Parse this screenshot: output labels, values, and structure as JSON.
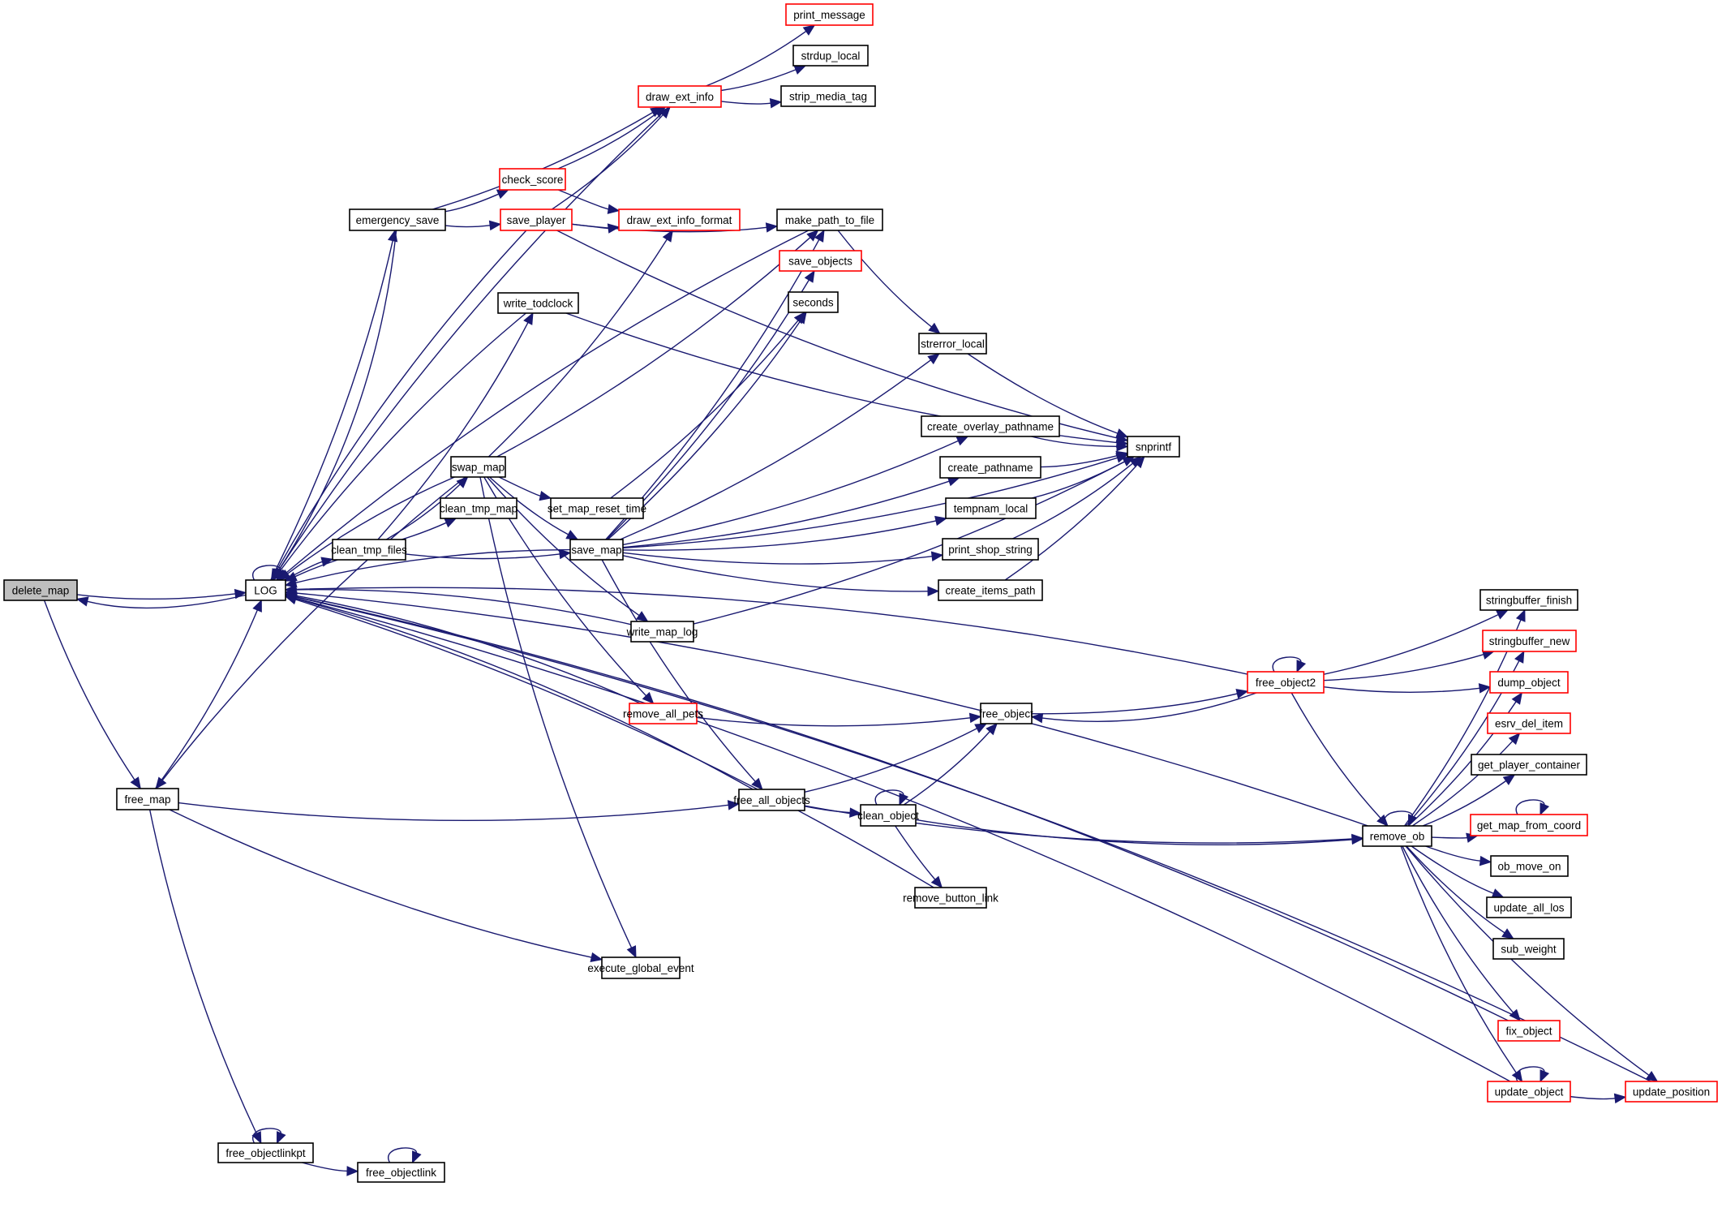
{
  "diagram": {
    "type": "call-graph",
    "colors": {
      "edge": "#191970",
      "node_border": "#000000",
      "node_border_link": "#ff0000",
      "root_fill": "#bfbfbf",
      "node_fill": "#ffffff"
    },
    "root": "delete_map",
    "nodes": [
      {
        "id": "delete_map",
        "label": "delete_map",
        "style": "root"
      },
      {
        "id": "LOG",
        "label": "LOG",
        "style": "plain"
      },
      {
        "id": "free_map",
        "label": "free_map",
        "style": "plain"
      },
      {
        "id": "emergency_save",
        "label": "emergency_save",
        "style": "plain"
      },
      {
        "id": "check_score",
        "label": "check_score",
        "style": "link"
      },
      {
        "id": "save_player",
        "label": "save_player",
        "style": "link"
      },
      {
        "id": "draw_ext_info",
        "label": "draw_ext_info",
        "style": "link"
      },
      {
        "id": "print_message",
        "label": "print_message",
        "style": "link"
      },
      {
        "id": "strdup_local",
        "label": "strdup_local",
        "style": "plain"
      },
      {
        "id": "strip_media_tag",
        "label": "strip_media_tag",
        "style": "plain"
      },
      {
        "id": "draw_ext_info_format",
        "label": "draw_ext_info_format",
        "style": "link"
      },
      {
        "id": "make_path_to_file",
        "label": "make_path_to_file",
        "style": "plain"
      },
      {
        "id": "save_objects",
        "label": "save_objects",
        "style": "link"
      },
      {
        "id": "seconds",
        "label": "seconds",
        "style": "plain"
      },
      {
        "id": "write_todclock",
        "label": "write_todclock",
        "style": "plain"
      },
      {
        "id": "strerror_local",
        "label": "strerror_local",
        "style": "plain"
      },
      {
        "id": "create_overlay_pathname",
        "label": "create_overlay_pathname",
        "style": "plain"
      },
      {
        "id": "snprintf",
        "label": "snprintf",
        "style": "plain"
      },
      {
        "id": "create_pathname",
        "label": "create_pathname",
        "style": "plain"
      },
      {
        "id": "tempnam_local",
        "label": "tempnam_local",
        "style": "plain"
      },
      {
        "id": "print_shop_string",
        "label": "print_shop_string",
        "style": "plain"
      },
      {
        "id": "create_items_path",
        "label": "create_items_path",
        "style": "plain"
      },
      {
        "id": "swap_map",
        "label": "swap_map",
        "style": "plain"
      },
      {
        "id": "clean_tmp_map",
        "label": "clean_tmp_map",
        "style": "plain"
      },
      {
        "id": "set_map_reset_time",
        "label": "set_map_reset_time",
        "style": "plain"
      },
      {
        "id": "clean_tmp_files",
        "label": "clean_tmp_files",
        "style": "plain"
      },
      {
        "id": "save_map",
        "label": "save_map",
        "style": "plain"
      },
      {
        "id": "write_map_log",
        "label": "write_map_log",
        "style": "plain"
      },
      {
        "id": "remove_all_pets",
        "label": "remove_all_pets",
        "style": "link"
      },
      {
        "id": "free_object",
        "label": "free_object",
        "style": "plain"
      },
      {
        "id": "free_object2",
        "label": "free_object2",
        "style": "link"
      },
      {
        "id": "free_all_objects",
        "label": "free_all_objects",
        "style": "plain"
      },
      {
        "id": "clean_object",
        "label": "clean_object",
        "style": "plain"
      },
      {
        "id": "remove_ob",
        "label": "remove_ob",
        "style": "plain"
      },
      {
        "id": "remove_button_link",
        "label": "remove_button_link",
        "style": "plain"
      },
      {
        "id": "execute_global_event",
        "label": "execute_global_event",
        "style": "plain"
      },
      {
        "id": "stringbuffer_finish",
        "label": "stringbuffer_finish",
        "style": "plain"
      },
      {
        "id": "stringbuffer_new",
        "label": "stringbuffer_new",
        "style": "link"
      },
      {
        "id": "dump_object",
        "label": "dump_object",
        "style": "link"
      },
      {
        "id": "esrv_del_item",
        "label": "esrv_del_item",
        "style": "link"
      },
      {
        "id": "get_player_container",
        "label": "get_player_container",
        "style": "plain"
      },
      {
        "id": "get_map_from_coord",
        "label": "get_map_from_coord",
        "style": "link"
      },
      {
        "id": "ob_move_on",
        "label": "ob_move_on",
        "style": "plain"
      },
      {
        "id": "update_all_los",
        "label": "update_all_los",
        "style": "plain"
      },
      {
        "id": "sub_weight",
        "label": "sub_weight",
        "style": "plain"
      },
      {
        "id": "fix_object",
        "label": "fix_object",
        "style": "link"
      },
      {
        "id": "update_object",
        "label": "update_object",
        "style": "link"
      },
      {
        "id": "update_position",
        "label": "update_position",
        "style": "link"
      },
      {
        "id": "free_objectlinkpt",
        "label": "free_objectlinkpt",
        "style": "plain"
      },
      {
        "id": "free_objectlink",
        "label": "free_objectlink",
        "style": "plain"
      }
    ],
    "edges": [
      [
        "delete_map",
        "LOG"
      ],
      [
        "delete_map",
        "free_map"
      ],
      [
        "LOG",
        "LOG"
      ],
      [
        "LOG",
        "emergency_save"
      ],
      [
        "LOG",
        "delete_map"
      ],
      [
        "emergency_save",
        "LOG"
      ],
      [
        "emergency_save",
        "check_score"
      ],
      [
        "emergency_save",
        "save_player"
      ],
      [
        "emergency_save",
        "draw_ext_info"
      ],
      [
        "check_score",
        "draw_ext_info"
      ],
      [
        "check_score",
        "draw_ext_info_format"
      ],
      [
        "save_player",
        "draw_ext_info"
      ],
      [
        "save_player",
        "draw_ext_info_format"
      ],
      [
        "save_player",
        "make_path_to_file"
      ],
      [
        "save_player",
        "LOG"
      ],
      [
        "save_player",
        "snprintf"
      ],
      [
        "draw_ext_info",
        "print_message"
      ],
      [
        "draw_ext_info",
        "strdup_local"
      ],
      [
        "draw_ext_info",
        "strip_media_tag"
      ],
      [
        "draw_ext_info",
        "LOG"
      ],
      [
        "make_path_to_file",
        "strerror_local"
      ],
      [
        "make_path_to_file",
        "LOG"
      ],
      [
        "write_todclock",
        "LOG"
      ],
      [
        "write_todclock",
        "snprintf"
      ],
      [
        "strerror_local",
        "snprintf"
      ],
      [
        "create_overlay_pathname",
        "snprintf"
      ],
      [
        "create_pathname",
        "snprintf"
      ],
      [
        "tempnam_local",
        "snprintf"
      ],
      [
        "print_shop_string",
        "snprintf"
      ],
      [
        "create_items_path",
        "snprintf"
      ],
      [
        "swap_map",
        "LOG"
      ],
      [
        "swap_map",
        "free_map"
      ],
      [
        "swap_map",
        "draw_ext_info_format"
      ],
      [
        "swap_map",
        "make_path_to_file"
      ],
      [
        "swap_map",
        "set_map_reset_time"
      ],
      [
        "swap_map",
        "save_map"
      ],
      [
        "swap_map",
        "write_map_log"
      ],
      [
        "swap_map",
        "remove_all_pets"
      ],
      [
        "swap_map",
        "execute_global_event"
      ],
      [
        "set_map_reset_time",
        "seconds"
      ],
      [
        "clean_tmp_files",
        "LOG"
      ],
      [
        "clean_tmp_files",
        "swap_map"
      ],
      [
        "clean_tmp_files",
        "clean_tmp_map"
      ],
      [
        "clean_tmp_files",
        "save_map"
      ],
      [
        "clean_tmp_files",
        "write_todclock"
      ],
      [
        "LOG",
        "clean_tmp_files"
      ],
      [
        "save_map",
        "LOG"
      ],
      [
        "save_map",
        "make_path_to_file"
      ],
      [
        "save_map",
        "save_objects"
      ],
      [
        "save_map",
        "seconds"
      ],
      [
        "save_map",
        "strerror_local"
      ],
      [
        "save_map",
        "snprintf"
      ],
      [
        "save_map",
        "create_overlay_pathname"
      ],
      [
        "save_map",
        "create_pathname"
      ],
      [
        "save_map",
        "tempnam_local"
      ],
      [
        "save_map",
        "print_shop_string"
      ],
      [
        "save_map",
        "create_items_path"
      ],
      [
        "save_map",
        "free_all_objects"
      ],
      [
        "write_map_log",
        "LOG"
      ],
      [
        "write_map_log",
        "snprintf"
      ],
      [
        "remove_all_pets",
        "LOG"
      ],
      [
        "remove_all_pets",
        "free_object"
      ],
      [
        "free_object",
        "free_object2"
      ],
      [
        "free_object2",
        "free_object2"
      ],
      [
        "free_object2",
        "free_object"
      ],
      [
        "free_object2",
        "LOG"
      ],
      [
        "free_object2",
        "stringbuffer_finish"
      ],
      [
        "free_object2",
        "stringbuffer_new"
      ],
      [
        "free_object2",
        "dump_object"
      ],
      [
        "free_object2",
        "remove_ob"
      ],
      [
        "free_all_objects",
        "LOG"
      ],
      [
        "free_all_objects",
        "free_object"
      ],
      [
        "free_all_objects",
        "clean_object"
      ],
      [
        "free_all_objects",
        "remove_ob"
      ],
      [
        "clean_object",
        "clean_object"
      ],
      [
        "clean_object",
        "free_object"
      ],
      [
        "clean_object",
        "remove_ob"
      ],
      [
        "clean_object",
        "remove_button_link"
      ],
      [
        "remove_button_link",
        "LOG"
      ],
      [
        "remove_ob",
        "remove_ob"
      ],
      [
        "remove_ob",
        "LOG"
      ],
      [
        "remove_ob",
        "stringbuffer_finish"
      ],
      [
        "remove_ob",
        "stringbuffer_new"
      ],
      [
        "remove_ob",
        "dump_object"
      ],
      [
        "remove_ob",
        "esrv_del_item"
      ],
      [
        "remove_ob",
        "get_player_container"
      ],
      [
        "remove_ob",
        "get_map_from_coord"
      ],
      [
        "remove_ob",
        "ob_move_on"
      ],
      [
        "remove_ob",
        "update_all_los"
      ],
      [
        "remove_ob",
        "sub_weight"
      ],
      [
        "remove_ob",
        "fix_object"
      ],
      [
        "remove_ob",
        "update_object"
      ],
      [
        "remove_ob",
        "update_position"
      ],
      [
        "get_map_from_coord",
        "get_map_from_coord"
      ],
      [
        "fix_object",
        "LOG"
      ],
      [
        "update_object",
        "update_object"
      ],
      [
        "update_object",
        "update_position"
      ],
      [
        "update_object",
        "LOG"
      ],
      [
        "update_position",
        "LOG"
      ],
      [
        "free_map",
        "LOG"
      ],
      [
        "free_map",
        "free_all_objects"
      ],
      [
        "free_map",
        "execute_global_event"
      ],
      [
        "free_map",
        "free_objectlinkpt"
      ],
      [
        "free_objectlinkpt",
        "free_objectlinkpt"
      ],
      [
        "free_objectlinkpt",
        "free_objectlink"
      ],
      [
        "free_objectlink",
        "free_objectlink"
      ]
    ]
  }
}
